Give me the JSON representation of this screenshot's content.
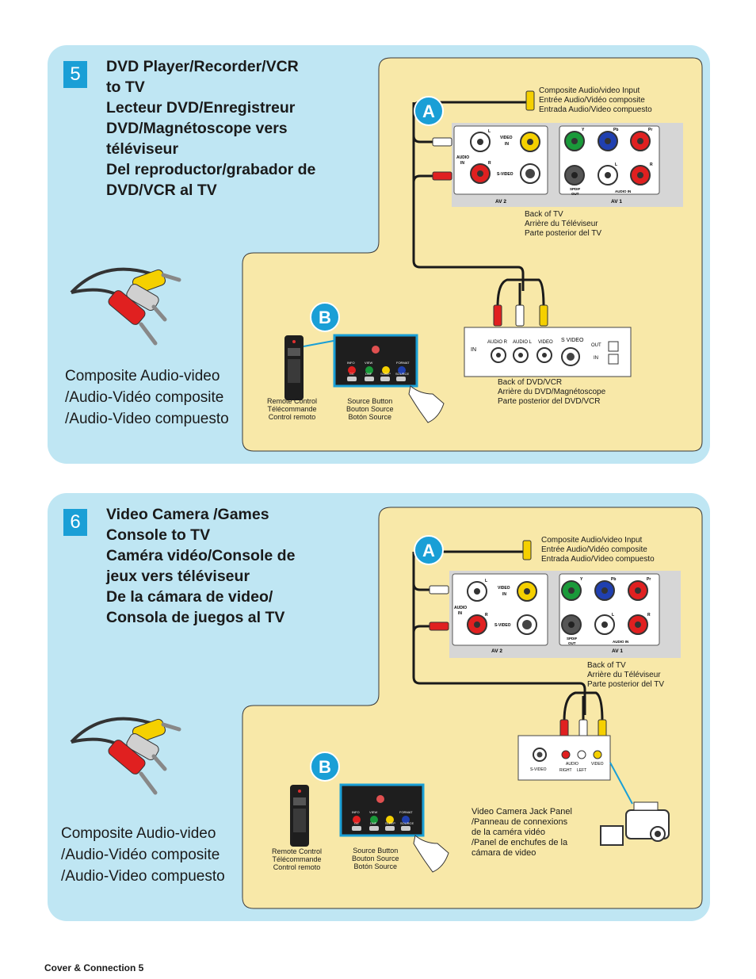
{
  "sections": [
    {
      "number": "5",
      "title_lines": [
        "DVD Player/Recorder/VCR",
        "to TV",
        "Lecteur DVD/Enregistreur",
        "DVD/Magnétoscope vers",
        "téléviseur",
        "Del reproductor/grabador de",
        "DVD/VCR al TV"
      ],
      "cable_caption": [
        "Composite Audio-video",
        "/Audio-Vidéo composite",
        "/Audio-Video compuesto"
      ],
      "input_label": [
        "Composite Audio/video Input",
        "Entrée Audio/Vidéo composite",
        "Entrada Audio/Video compuesto"
      ],
      "tv_back_label": [
        "Back of TV",
        "Arrière du Téléviseur",
        "Parte posterior del TV"
      ],
      "device_label": [
        "Back of DVD/VCR",
        "Arrière du DVD/Magnétoscope",
        "Parte posterior del DVD/VCR"
      ],
      "remote_label": [
        "Remote Control",
        "Télécommande",
        "Control remoto"
      ],
      "source_label": [
        "Source Button",
        "Bouton Source",
        "Botón Source"
      ]
    },
    {
      "number": "6",
      "title_lines": [
        "Video Camera /Games",
        "Console to TV",
        "Caméra vidéo/Console de",
        "jeux vers téléviseur",
        "De la cámara de video/",
        "Consola de juegos al TV"
      ],
      "cable_caption": [
        "Composite Audio-video",
        "/Audio-Vidéo composite",
        "/Audio-Video compuesto"
      ],
      "input_label": [
        "Composite Audio/video Input",
        "Entrée Audio/Vidéo composite",
        "Entrada Audio/Video compuesto"
      ],
      "tv_back_label": [
        "Back of TV",
        "Arrière du Téléviseur",
        "Parte posterior del TV"
      ],
      "device_label": [
        "Video Camera Jack Panel",
        "/Panneau de connexions",
        "de la caméra vidéo",
        "/Panel de enchufes de la",
        "cámara de video"
      ],
      "remote_label": [
        "Remote Control",
        "Télécommande",
        "Control remoto"
      ],
      "source_label": [
        "Source Button",
        "Bouton Source",
        "Botón Source"
      ]
    }
  ],
  "callouts": {
    "a": "A",
    "b": "B"
  },
  "tv_panel": {
    "av2": "AV 2",
    "av1": "AV 1",
    "video_in": [
      "VIDEO",
      "IN"
    ],
    "audio_in": [
      "AUDIO",
      "IN"
    ],
    "s_video": "S-VIDEO",
    "spdif_out": [
      "SPDIF",
      "OUT"
    ],
    "audio_in_bottom": "AUDIO IN",
    "l": "L",
    "r": "R",
    "y": "Y",
    "pb": "Pb",
    "pr": "Pr"
  },
  "dvd_panel": {
    "in": "IN",
    "audio_r": "AUDIO R",
    "audio_l": "AUDIO L",
    "video": "VIDEO",
    "s_video": "S VIDEO",
    "out": "OUT",
    "in2": "IN"
  },
  "cam_panel": {
    "s_video": "S-VIDEO",
    "audio": "AUDIO",
    "right": "RIGHT",
    "left": "LEFT",
    "video": "VIDEO"
  },
  "remote_buttons": {
    "info": "INFO",
    "view": "VIEW",
    "format": "FORMAT",
    "cc": "CC",
    "dnf": "DNF",
    "sleep": "SLEEP",
    "source": "SOURCE"
  },
  "footer": "Cover & Connection 5",
  "colors": {
    "panel_blue": "#bfe6f3",
    "diagram_cream": "#f8e8a8",
    "step_blue": "#1a9fd6",
    "callout_blue": "#1a9fd6"
  }
}
